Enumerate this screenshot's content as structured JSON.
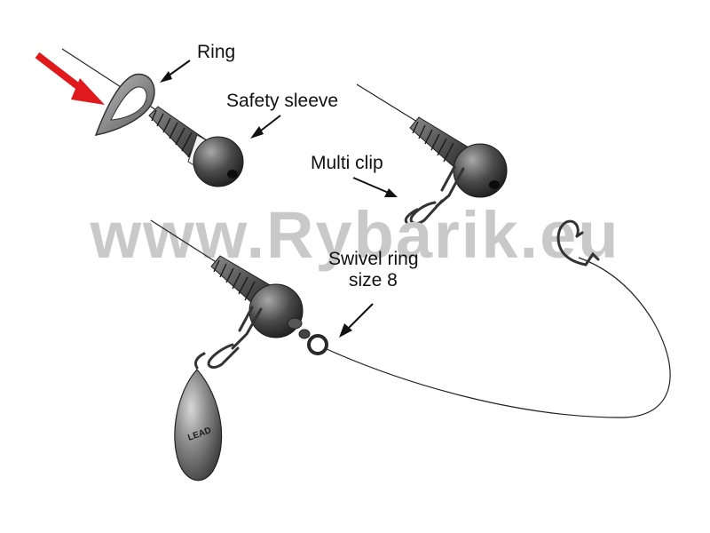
{
  "labels": {
    "ring": "Ring",
    "safety_sleeve": "Safety sleeve",
    "multi_clip": "Multi clip",
    "swivel_ring_line1": "Swivel ring",
    "swivel_ring_line2": "size 8"
  },
  "lead_text": "LEAD",
  "watermark": "www.Rybarik.eu",
  "colors": {
    "line": "#222222",
    "red_arrow": "#e0191c",
    "watermark": "#c9c9c9",
    "metal_dark": "#3a3a3a",
    "metal_light": "#9a9a9a"
  }
}
